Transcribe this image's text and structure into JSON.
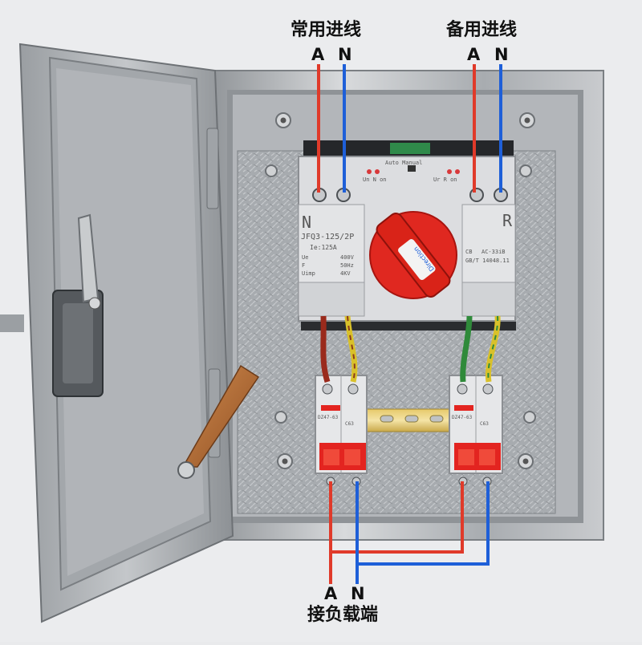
{
  "labels": {
    "common_input": "常用进线",
    "backup_input": "备用进线",
    "load_output": "接负载端",
    "common_a": "A",
    "common_n": "N",
    "backup_a": "A",
    "backup_n": "N",
    "load_a": "A",
    "load_n": "N"
  },
  "device": {
    "left_letter": "N",
    "right_letter": "R",
    "model": "JFQ3-125/2P",
    "ie": "Ie:125A",
    "ue_label": "Ue",
    "ue_value": "400V",
    "f_label": "F",
    "f_value": "50Hz",
    "uimp_label": "Uimp",
    "uimp_value": "4KV",
    "cb": "CB",
    "standard1": "AC-33iB",
    "standard2": "GB/T 14048.11",
    "auto_manual": "Auto  Manual",
    "un_left": "Un  N on",
    "un_right": "Ur  R on",
    "knob_text": "Direction"
  },
  "breakers": {
    "model": "DZ47-63",
    "rating": "C63"
  },
  "colors": {
    "phase_wire": "#e03a2a",
    "neutral_wire": "#1e5fd8",
    "knob": "#e02820",
    "breaker_toggle": "#e32420",
    "enclosure": "#b9bcbf",
    "mounting_plate": "#a9acb0"
  }
}
